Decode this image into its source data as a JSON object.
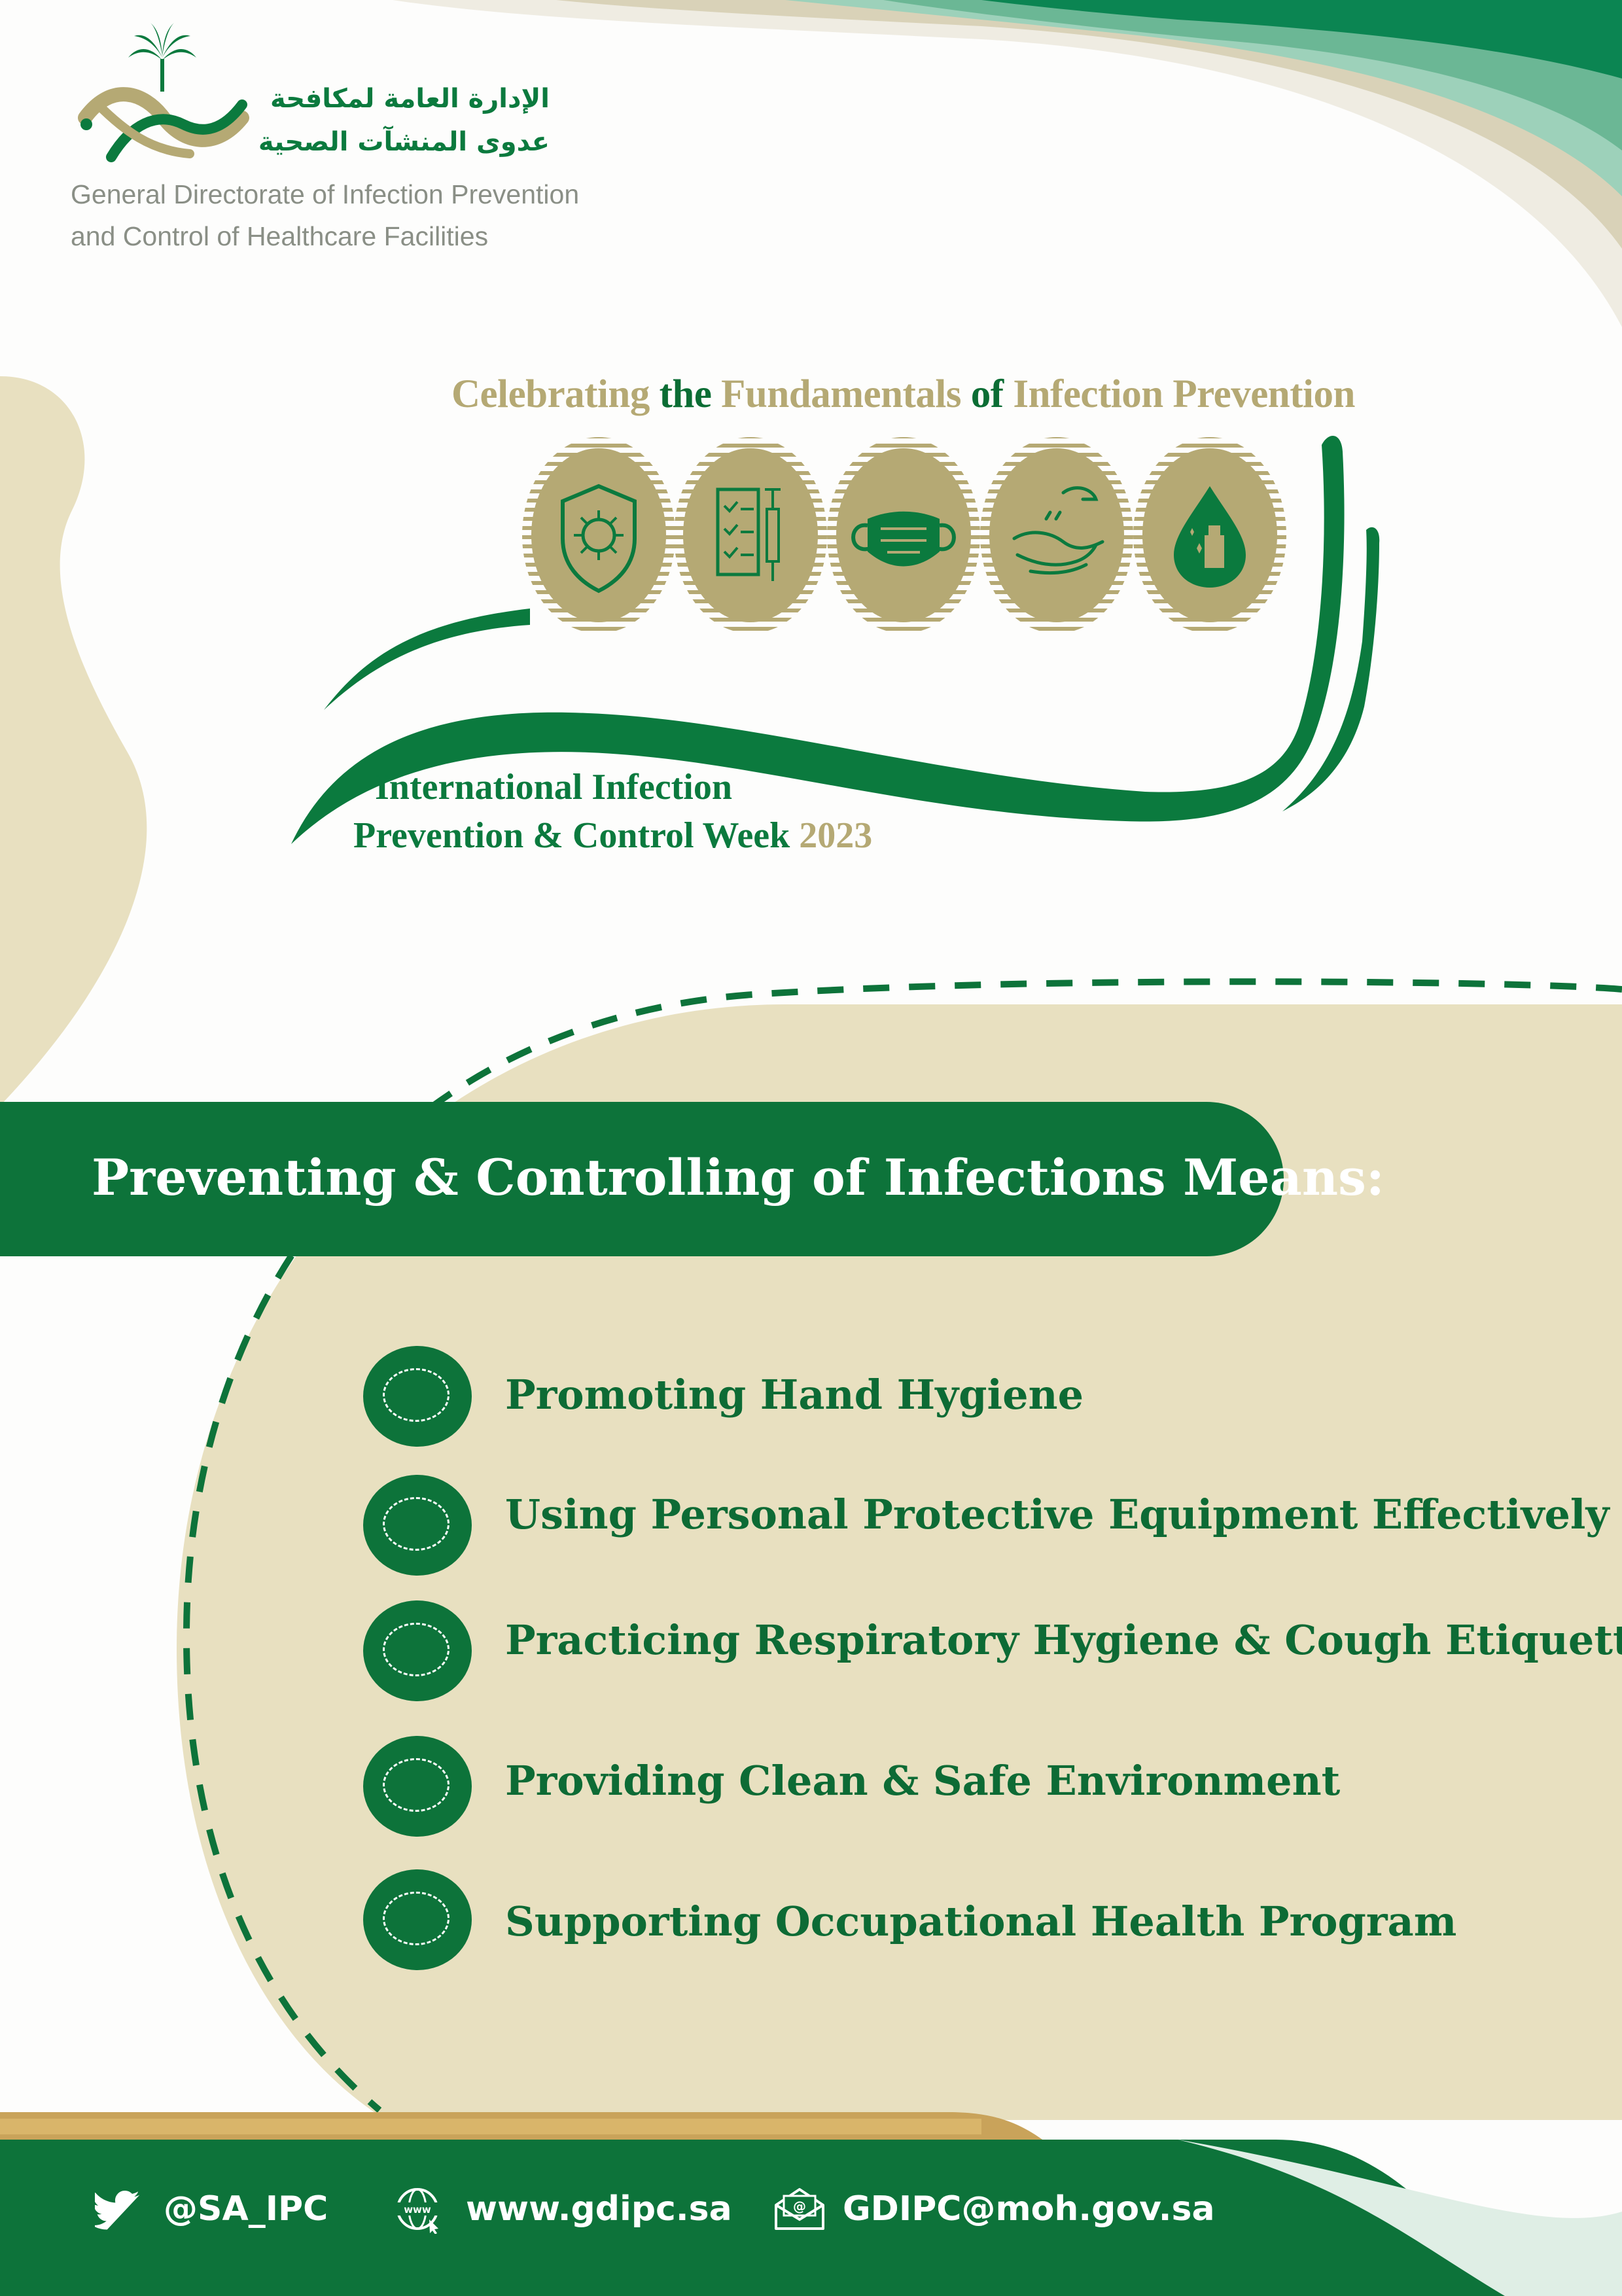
{
  "organization": {
    "name_ar_line1": "الإدارة العامة لمكافحة",
    "name_ar_line2": "عدوى المنشآت الصحية",
    "name_en_line1": "General Directorate of Infection Prevention",
    "name_en_line2": "and Control of Healthcare Facilities",
    "logo_icon": "moh-palm-swords-logo"
  },
  "campaign": {
    "title_part1": "Celebrating",
    "title_part2": "the",
    "title_part3": "Fundamentals",
    "title_part4": "of",
    "title_part5": "Infection Prevention",
    "icons": [
      "shield-virus-icon",
      "checklist-syringe-icon",
      "face-mask-icon",
      "hand-washing-icon",
      "disinfectant-spray-icon"
    ],
    "week_line1": "International Infection",
    "week_line2": "Prevention & Control Week",
    "year": "2023"
  },
  "means": {
    "heading": "Preventing & Controlling of Infections Means:",
    "items": [
      "Promoting Hand Hygiene",
      "Using Personal Protective Equipment Effectively",
      "Practicing Respiratory Hygiene & Cough Etiquette",
      "Providing Clean & Safe Environment",
      "Supporting Occupational Health Program"
    ]
  },
  "footer": {
    "twitter": "@SA_IPC",
    "website": "www.gdipc.sa",
    "email": "GDIPC@moh.gov.sa",
    "icons": [
      "twitter-icon",
      "web-icon",
      "email-icon"
    ]
  },
  "colors": {
    "primary_green": "#0d733a",
    "beige": "#e8e0c0",
    "gold": "#b5a974"
  }
}
